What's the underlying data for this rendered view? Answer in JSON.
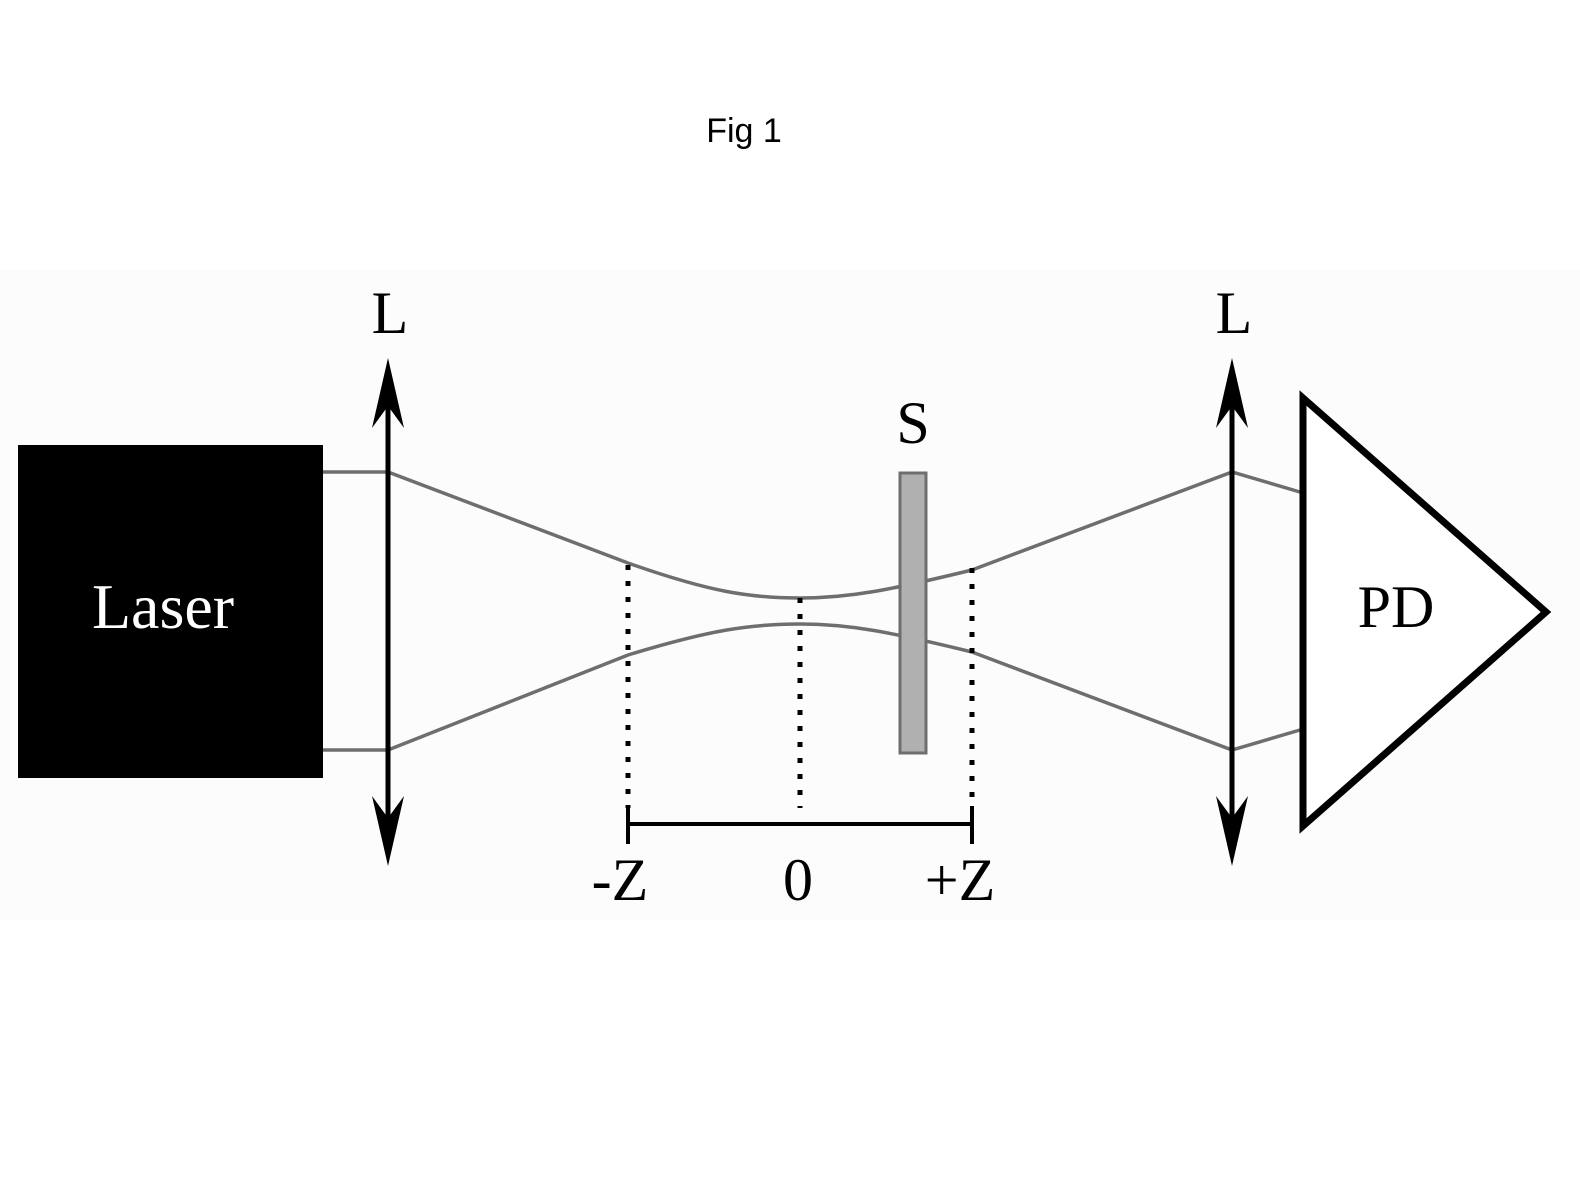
{
  "caption": "Fig 1",
  "labels": {
    "laser": "Laser",
    "lens_left": "L",
    "lens_right": "L",
    "sample": "S",
    "detector": "PD",
    "z_minus": "-Z",
    "z_zero": "0",
    "z_plus": "+Z"
  },
  "colors": {
    "laser_box": "#000000",
    "beam": "#6e6e6e",
    "sample": "#b0b0b0",
    "background_panel": "#fcfcfc"
  }
}
